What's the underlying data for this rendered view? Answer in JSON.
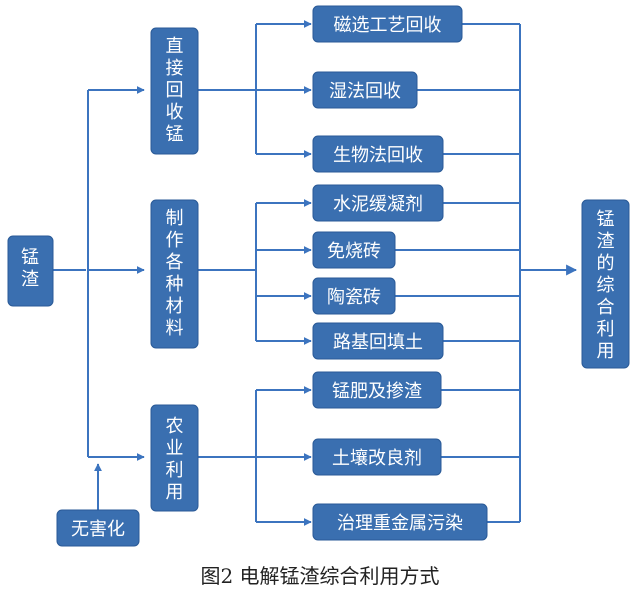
{
  "nodes": {
    "root": "锰渣",
    "direct": "直接回收锰",
    "materials": "制作各种材料",
    "agri": "农业利用",
    "harmless": "无害化",
    "target": "锰渣的综合利用"
  },
  "leaves": {
    "magnetic": "磁选工艺回收",
    "wet": "湿法回收",
    "bio": "生物法回收",
    "cement": "水泥缓凝剂",
    "unfired_brick": "免烧砖",
    "ceramic_brick": "陶瓷砖",
    "roadbed": "路基回填土",
    "fertilizer": "锰肥及掺渣",
    "soil": "土壤改良剂",
    "heavy_metal": "治理重金属污染"
  },
  "caption": "图2    电解锰渣综合利用方式"
}
